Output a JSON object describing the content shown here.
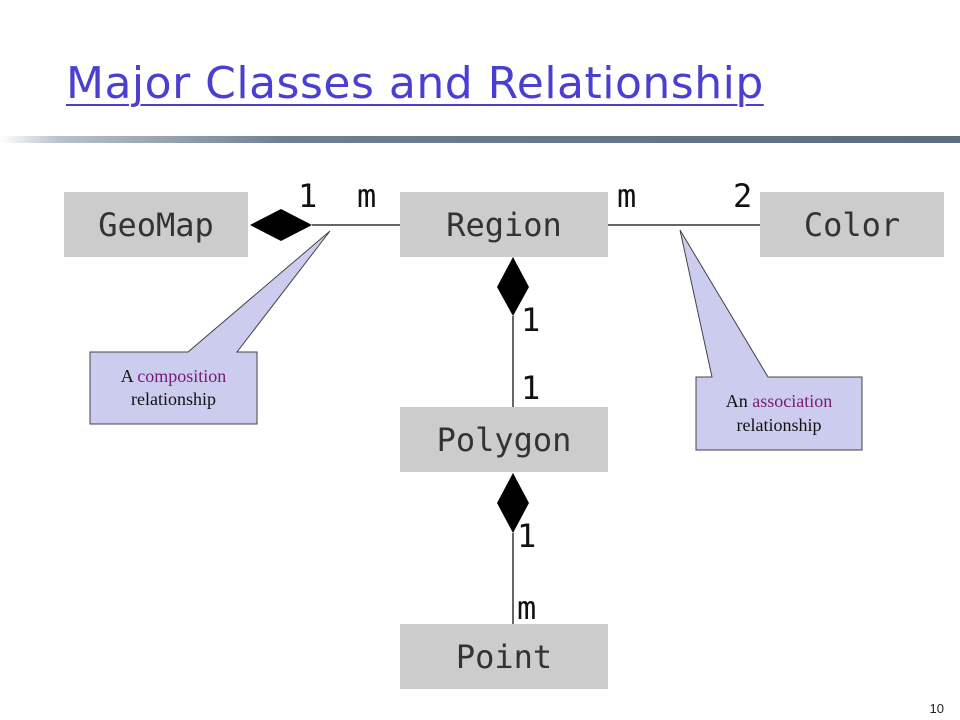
{
  "slide": {
    "title": "Major Classes and Relationship",
    "page_number": "10"
  },
  "classes": {
    "geomap": "GeoMap",
    "region": "Region",
    "color": "Color",
    "polygon": "Polygon",
    "point": "Point"
  },
  "multiplicities": {
    "geomap_end": "1",
    "region_geomap_end": "m",
    "region_color_end": "m",
    "color_end": "2",
    "region_polygon_end": "1",
    "polygon_region_end": "1",
    "polygon_point_end": "1",
    "point_end": "m"
  },
  "callouts": {
    "composition": {
      "prefix": "A",
      "highlight": "composition",
      "suffix": "relationship"
    },
    "association": {
      "prefix": "An",
      "highlight": "association",
      "suffix": "relationship"
    }
  },
  "colors": {
    "title": "#4a3fd0",
    "box_fill": "#cccccc",
    "callout_fill": "#ccccee",
    "highlight": "#7a1a7a"
  }
}
